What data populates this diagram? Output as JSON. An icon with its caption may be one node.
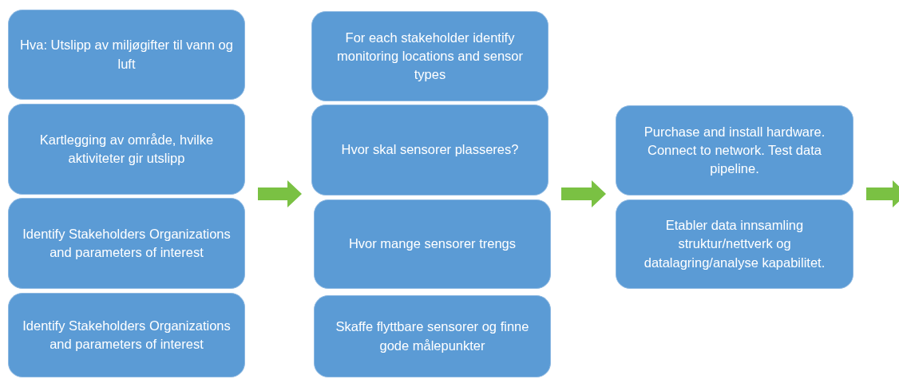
{
  "diagram": {
    "nodes": [
      {
        "text": [
          "Hva: Utslipp av miljøgifter til vann og luft"
        ]
      },
      {
        "text": [
          "Kartlegging av område, hvilke aktiviteter gir utslipp"
        ]
      },
      {
        "text": [
          "Identify Stakeholders Organizations and parameters of interest"
        ]
      },
      {
        "text": [
          "Identify Stakeholders Organizations and parameters of interest"
        ]
      },
      {
        "text": [
          "For each stakeholder identify monitoring locations and sensor types"
        ]
      },
      {
        "text": [
          "Hvor skal sensorer plasseres?"
        ]
      },
      {
        "text": [
          "Hvor mange sensorer trengs"
        ]
      },
      {
        "text": [
          "Skaffe flyttbare sensorer og finne gode målepunkter"
        ]
      },
      {
        "text": [
          "Purchase and install hardware. Connect to network. Test data pipeline."
        ]
      },
      {
        "text": [
          "Etabler data innsamling struktur/nettverk og datalagring/analyse kapabilitet."
        ]
      }
    ],
    "edges": [
      {
        "from": 1,
        "to": 5,
        "arrow": "to"
      },
      {
        "from": 5,
        "to": 8,
        "arrow": "to"
      },
      {
        "from": 8,
        "to": null,
        "arrow": "to"
      }
    ]
  }
}
